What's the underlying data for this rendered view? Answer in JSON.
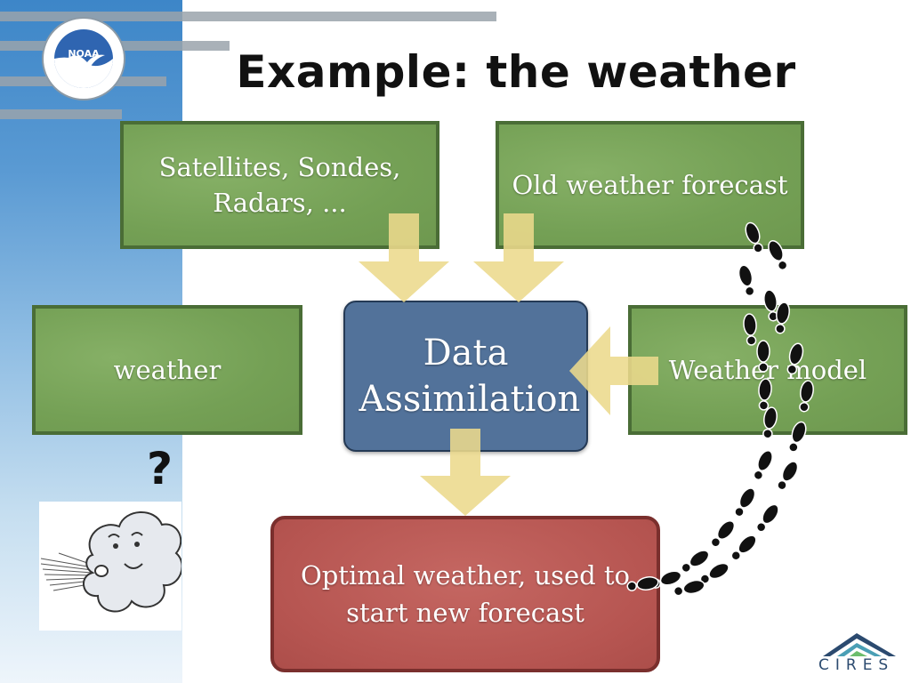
{
  "slide": {
    "title": "Example: the weather",
    "boxes": {
      "observations": "Satellites, Sondes, Radars, ...",
      "old_forecast": "Old weather forecast",
      "weather": "weather",
      "model": "Weather model",
      "assimilation": "Data Assimilation",
      "optimal": "Optimal weather, used to start new forecast"
    },
    "question_mark": "?",
    "logos": {
      "noaa": "NOAA",
      "cires": "CIRES"
    },
    "colors": {
      "green_box": "#7ba55c",
      "blue_box": "#52729a",
      "red_box": "#ba5a56",
      "arrow": "#ecd98c",
      "footprint": "#111111"
    }
  }
}
